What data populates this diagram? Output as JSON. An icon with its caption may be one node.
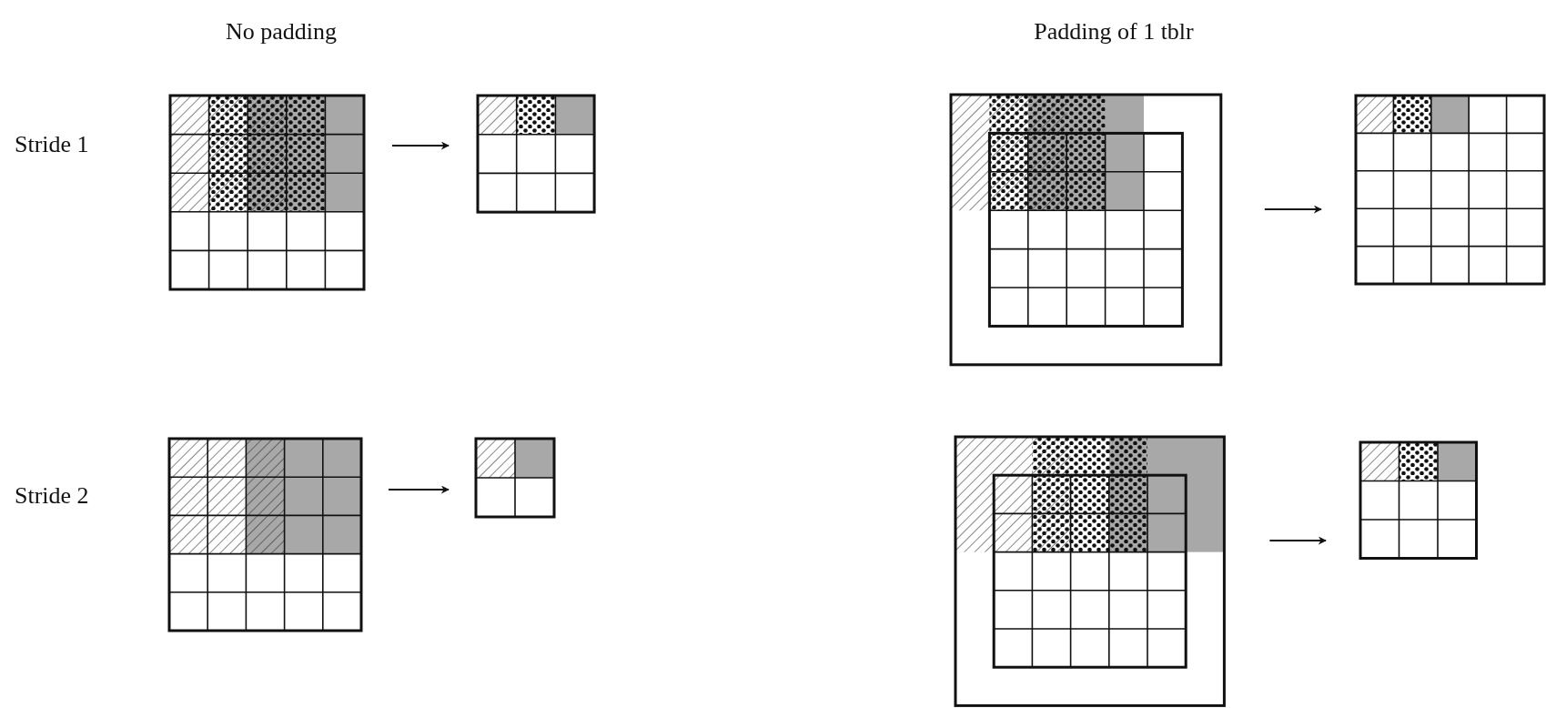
{
  "diagram": {
    "nodes": [
      {
        "text": [],
        "shape": "grid"
      },
      {
        "text": [],
        "shape": "grid"
      },
      {
        "text": [],
        "shape": "grid"
      },
      {
        "text": [],
        "shape": "grid"
      },
      {
        "text": [],
        "shape": "grid"
      },
      {
        "text": [],
        "shape": "grid"
      },
      {
        "text": [],
        "shape": "grid"
      },
      {
        "text": [],
        "shape": "grid"
      }
    ],
    "edges": [
      {
        "from": 0,
        "to": 1,
        "arrow": "to"
      },
      {
        "from": 2,
        "to": 3,
        "arrow": "to"
      },
      {
        "from": 4,
        "to": 5,
        "arrow": "to"
      },
      {
        "from": 6,
        "to": 7,
        "arrow": "to"
      }
    ],
    "labels": [
      "No padding",
      "Padding of 1 tblr",
      "Stride 1",
      "Stride 2"
    ]
  }
}
